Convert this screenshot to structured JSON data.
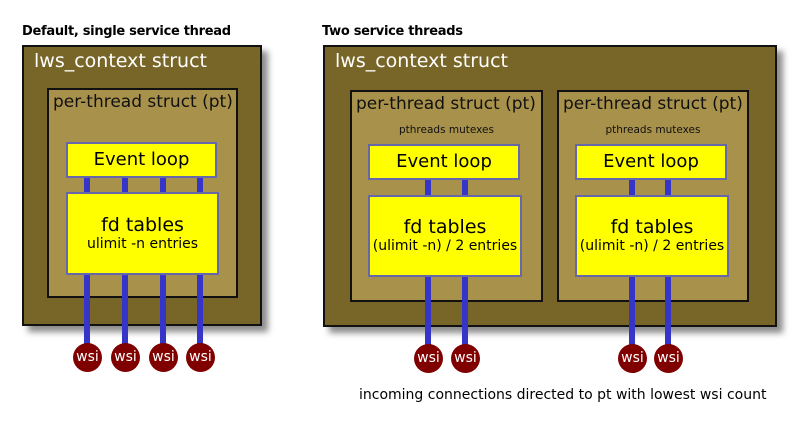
{
  "left": {
    "title": "Default, single service thread",
    "context_label": "lws_context struct",
    "pt_label": "per-thread struct (pt)",
    "event_loop": "Event loop",
    "fd_title": "fd tables",
    "fd_sub": "ulimit -n entries",
    "wsi": [
      "wsi",
      "wsi",
      "wsi",
      "wsi"
    ]
  },
  "right": {
    "title": "Two service threads",
    "context_label": "lws_context struct",
    "threads": [
      {
        "pt_label": "per-thread struct (pt)",
        "mutex": "pthreads mutexes",
        "event_loop": "Event loop",
        "fd_title": "fd tables",
        "fd_sub": "(ulimit -n) / 2 entries",
        "wsi": [
          "wsi",
          "wsi"
        ]
      },
      {
        "pt_label": "per-thread struct (pt)",
        "mutex": "pthreads mutexes",
        "event_loop": "Event loop",
        "fd_title": "fd tables",
        "fd_sub": "(ulimit -n) / 2 entries",
        "wsi": [
          "wsi",
          "wsi"
        ]
      }
    ],
    "caption": "incoming connections directed to pt with lowest wsi count"
  },
  "colors": {
    "context": "#786628",
    "pt": "#a8914a",
    "box": "#ffff00",
    "link": "#3535c8",
    "wsi": "#800000"
  }
}
